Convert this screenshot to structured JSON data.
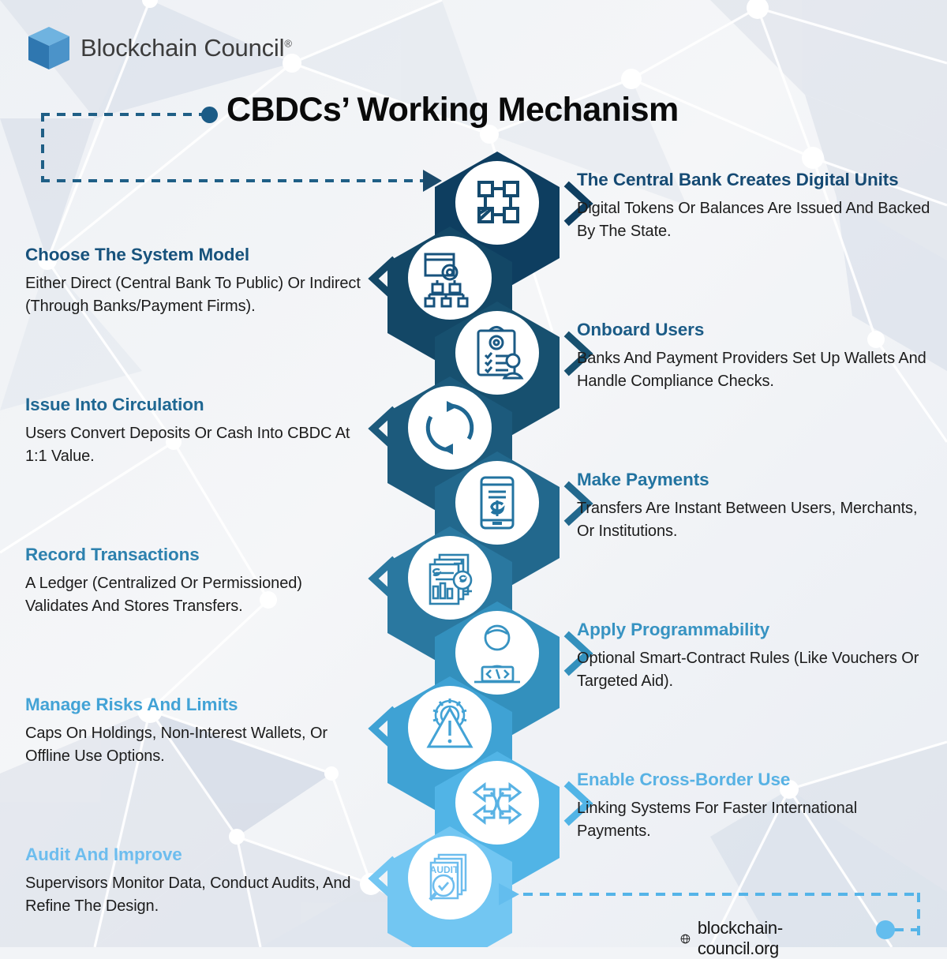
{
  "brand": {
    "name": "Blockchain Council",
    "registered_mark": "®",
    "logo_icon": "cube-icon"
  },
  "header": {
    "title": "CBDCs’ Working Mechanism",
    "accent_dot_color": "#1b5b86",
    "dashed_line_color": "#1f5f86"
  },
  "colors": {
    "title_dark": "#0a0a0a",
    "hex_darkest": "#0e3e60",
    "hex_lightest": "#72c6f2",
    "body_text": "#1c1c1c",
    "background": "#f2f4f7",
    "footer_accent": "#63bdee"
  },
  "steps": [
    {
      "index": 1,
      "side": "right",
      "title": "The Central Bank Creates Digital Units",
      "desc": "Digital Tokens Or Balances Are Issued And Backed By The State.",
      "icon": "network-nodes-icon",
      "hex_color": "#0e3e60",
      "title_color": "#154a73"
    },
    {
      "index": 2,
      "side": "left",
      "title": "Choose The System Model",
      "desc": "Either Direct (Central Bank To Public) Or Indirect (Through Banks/Payment Firms).",
      "icon": "system-settings-diagram-icon",
      "hex_color": "#134766",
      "title_color": "#17527c"
    },
    {
      "index": 3,
      "side": "right",
      "title": "Onboard Users",
      "desc": "Banks And Payment Providers Set Up Wallets And Handle Compliance Checks.",
      "icon": "clipboard-user-checklist-icon",
      "hex_color": "#17506f",
      "title_color": "#1b5b86"
    },
    {
      "index": 4,
      "side": "left",
      "title": "Issue Into Circulation",
      "desc": "Users Convert Deposits Or Cash Into CBDC At 1:1 Value.",
      "icon": "circular-arrows-refresh-icon",
      "hex_color": "#1c5a7c",
      "title_color": "#1f6792"
    },
    {
      "index": 5,
      "side": "right",
      "title": "Make Payments",
      "desc": "Transfers Are Instant Between Users, Merchants, Or Institutions.",
      "icon": "mobile-payment-dollar-icon",
      "hex_color": "#22688d",
      "title_color": "#2273a0"
    },
    {
      "index": 6,
      "side": "left",
      "title": "Record Transactions",
      "desc": "A Ledger (Centralized Or Permissioned) Validates And Stores Transfers.",
      "icon": "financial-documents-icon",
      "hex_color": "#2a78a0",
      "title_color": "#2d81ae"
    },
    {
      "index": 7,
      "side": "right",
      "title": "Apply Programmability",
      "desc": "Optional Smart-Contract Rules (Like Vouchers Or Targeted Aid).",
      "icon": "developer-code-icon",
      "hex_color": "#3390bd",
      "title_color": "#3793c2"
    },
    {
      "index": 8,
      "side": "left",
      "title": "Manage Risks And Limits",
      "desc": "Caps On Holdings, Non-Interest Wallets, Or Offline Use Options.",
      "icon": "warning-gear-risk-icon",
      "hex_color": "#3fa2d4",
      "title_color": "#43a3d6"
    },
    {
      "index": 9,
      "side": "right",
      "title": "Enable Cross-Border Use",
      "desc": "Linking Systems For Faster International Payments.",
      "icon": "cross-border-arrows-icon",
      "hex_color": "#51b4e6",
      "title_color": "#58b2e4"
    },
    {
      "index": 10,
      "side": "left",
      "title": "Audit And Improve",
      "desc": "Supervisors Monitor Data, Conduct Audits, And Refine The Design.",
      "icon": "audit-magnifier-icon",
      "hex_color": "#72c6f2",
      "title_color": "#6dbdee"
    }
  ],
  "footer": {
    "website": "blockchain-council.org",
    "globe_icon": "globe-icon"
  }
}
